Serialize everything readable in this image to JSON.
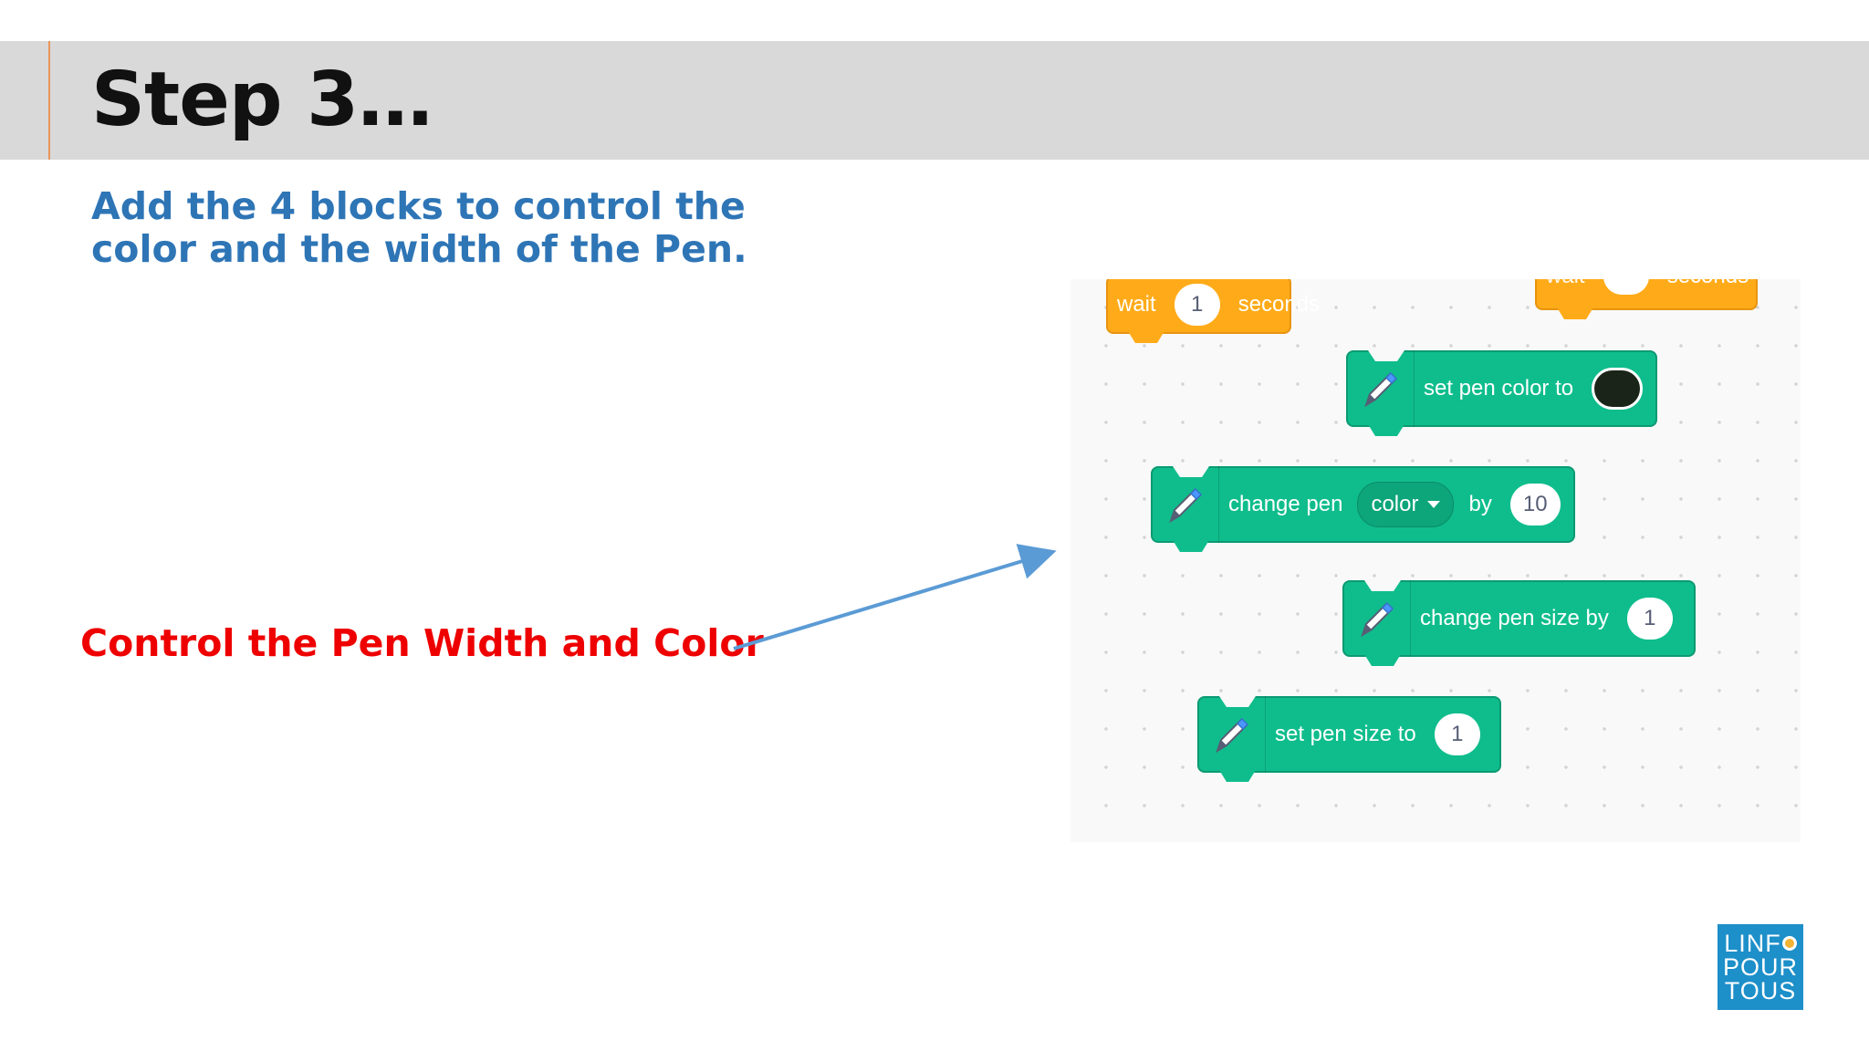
{
  "slide": {
    "title": "Step 3…",
    "subtitle": "Add the 4 blocks to control the color and the width of the Pen.",
    "callout": "Control the Pen Width and Color"
  },
  "workspace": {
    "blocks": {
      "wait": {
        "word": "wait",
        "value": "1",
        "unit": "seconds"
      },
      "set_color": {
        "label": "set pen color to",
        "swatch_color": "#1b2419"
      },
      "change_pen": {
        "label": "change pen",
        "param": "color",
        "by": "by",
        "value": "10"
      },
      "change_size": {
        "label": "change pen size by",
        "value": "1"
      },
      "set_size": {
        "label": "set pen size to",
        "value": "1"
      }
    },
    "colors": {
      "pen": "#0fbd8c",
      "control": "#ffab19",
      "arrow": "#5b9bd5"
    }
  },
  "logo": {
    "lines": [
      "LINF",
      "POUR",
      "TOUS"
    ]
  }
}
